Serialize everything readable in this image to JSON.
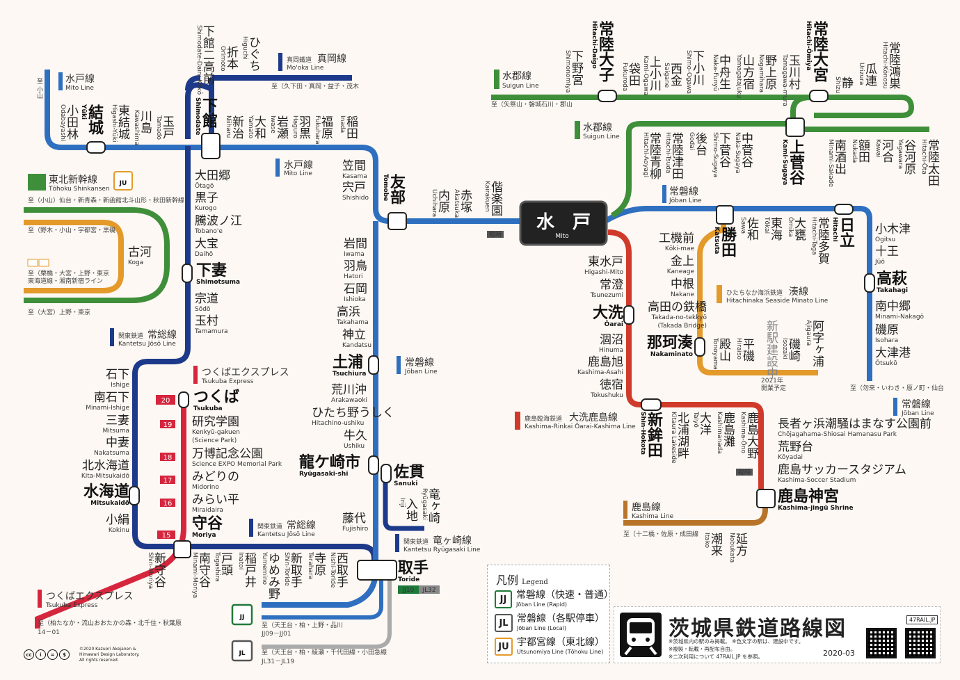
{
  "title": {
    "main": "茨城県鉄道路線図",
    "notes": [
      "※茨城県内の駅のみ掲載。 ※色文字の駅は、建設中です。",
      "※複製・転載・再配布自由。",
      "※二次利用について 47RAIL.JP を参照。"
    ],
    "date": "2020-03",
    "site": "47RAIL.JP"
  },
  "copyright": [
    "©2020 Kazuori Akejanen &",
    "Himawari Design Laboratory.",
    "All rights reserved."
  ],
  "legend": {
    "title": "凡例",
    "title_en": "Legend",
    "items": [
      {
        "badge": "JJ",
        "jp": "常磐線（快速・普通）",
        "en": "Jōban Line (Rapid)",
        "color": "#1f7a3a"
      },
      {
        "badge": "JL",
        "jp": "常磐線（各駅停車）",
        "en": "Jōban Line (Local)",
        "color": "#555555"
      },
      {
        "badge": "JU",
        "jp": "宇都宮線（東北線）",
        "en": "Utsunomiya Line (Tōhoku Line)",
        "color": "#e08a1e"
      }
    ]
  },
  "colors": {
    "joban": "#2f6fc0",
    "suigun": "#3f8f3a",
    "mito": "#2f6fc0",
    "mooka": "#1d3a8a",
    "kanto": "#1d3a8a",
    "tx": "#d6263d",
    "oarai": "#d03a2a",
    "minato": "#e39a2a",
    "kashima": "#b8752a",
    "tohoku_green": "#3f8f3a",
    "utsunomiya": "#e39a2a",
    "jl_gray": "#aaaaaa"
  },
  "lines": {
    "mito_w": {
      "jp": "水戸線",
      "en": "Mito Line"
    },
    "mito_e": {
      "jp": "水戸線",
      "en": "Mito Line"
    },
    "mooka": {
      "jp": "真岡線",
      "pre": "真岡鐵道",
      "en": "Mo'oka Line",
      "dir": "至（久下田・真岡・益子・茂木"
    },
    "suigun1": {
      "jp": "水郡線",
      "en": "Suigun Line",
      "dir": "至（矢祭山・磐城石川・郡山"
    },
    "suigun2": {
      "jp": "水郡線",
      "en": "Suigun Line"
    },
    "joban1": {
      "jp": "常磐線",
      "en": "Jōban Line"
    },
    "joban2": {
      "jp": "常磐線",
      "en": "Jōban Line"
    },
    "joban3": {
      "jp": "常磐線",
      "en": "Jōban Line"
    },
    "tohoku": {
      "jp": "東北新幹線",
      "en": "Tōhoku Shinkansen",
      "badge": "JU",
      "dir": "至（小山）仙台・新青森・新函館北斗山形・秋田新幹線"
    },
    "utsu_dir1": "至（野木・小山・宇都宮・黒磯",
    "utsu_dir2a": "至（栗橋・大宮・上野・東京",
    "utsu_dir2b": "東海道線・湘南新宿ライン",
    "utsu_dir3": "至（大宮）上野・東京",
    "kantosoi": {
      "jp": "常総線",
      "pre": "関東鉄道",
      "en": "Kantetsu Jōsō Line"
    },
    "kantosoi2": {
      "jp": "常総線",
      "pre": "関東鉄道",
      "en": "Kantetsu Jōsō Line"
    },
    "tx1": {
      "jp": "つくばエクスプレス",
      "en": "Tsukuba Express"
    },
    "tx2": {
      "jp": "つくばエクスプレス",
      "en": "Tsukuba Express",
      "dir": "至（柏たなか・流山おおたかの森・北千住・秋葉原",
      "num": "14－01"
    },
    "ryugasaki": {
      "jp": "竜ヶ崎線",
      "pre": "関東鉄道",
      "en": "Kantetsu Ryūgasaki Line"
    },
    "oarai": {
      "jp": "大洗鹿島線",
      "pre": "鹿島臨海鉄道",
      "en": "Kashima-Rinkai Ōarai-Kashima Line"
    },
    "minato": {
      "jp": "湊線",
      "pre": "ひたちなか海浜鉄道",
      "en": "Hitachinaka Seaside Minato Line"
    },
    "kashima": {
      "jp": "鹿島線",
      "en": "Kashima Line",
      "dir": "至（十二橋・佐原・成田線"
    },
    "joban_e_dir": "至（勿来・いわき・原ノ町・仙台",
    "jj_dir": "至（天王台・柏・上野・品川",
    "jj_num": "JJ09－JJ01",
    "jl_dir": "至（天王台・柏・綾瀬・千代田線・小田急線",
    "jl_num": "JL31－JL19",
    "mito_w_dir": "至 小山",
    "rinji": "臨時",
    "new_station": "新駅建設中",
    "new_station_note": "2021年 開業予定",
    "toride_codes": [
      "JJ10",
      "JL32"
    ]
  },
  "stations": {
    "mito": {
      "jp": "水　戸",
      "en": "Mito"
    },
    "tomobe": {
      "jp": "友部",
      "en": "Tomobe"
    },
    "shimodate": {
      "jp": "下館",
      "en": "Shimodate"
    },
    "yuki": {
      "jp": "結城",
      "en": "Yūki"
    },
    "oyamabayashi": {
      "jp": "小田林",
      "en": "Odabayashi"
    },
    "higashiyuki": {
      "jp": "東結城",
      "en": "Higashi-Yūki"
    },
    "kawashima": {
      "jp": "川島",
      "en": "Kawashima"
    },
    "tamado": {
      "jp": "玉戸",
      "en": "Tamado"
    },
    "niiharu": {
      "jp": "新治",
      "en": "Niiharu"
    },
    "yamato": {
      "jp": "大和",
      "en": "Yamato"
    },
    "iwase": {
      "jp": "岩瀬",
      "en": "Iwase"
    },
    "haguro": {
      "jp": "羽黒",
      "en": "Haguro"
    },
    "fukuhara": {
      "jp": "福原",
      "en": "Fukuhara"
    },
    "inada": {
      "jp": "稲田",
      "en": "Inada"
    },
    "kasama": {
      "jp": "笠間",
      "en": "Kasama"
    },
    "shishido": {
      "jp": "宍戸",
      "en": "Shishido"
    },
    "uchihara": {
      "jp": "内原",
      "en": "Uchihara"
    },
    "akatsuka": {
      "jp": "赤塚",
      "en": "Akatsuka"
    },
    "kairakuen": {
      "jp": "偕楽園",
      "en": "Kairakuen"
    },
    "shimodateniko": {
      "jp": "下館二高前",
      "en": "Shimodate-Daini-Kōkō"
    },
    "orimoto": {
      "jp": "折本",
      "en": "Orimoto"
    },
    "higuchi": {
      "jp": "ひぐち",
      "en": "Higuchi"
    },
    "otago": {
      "jp": "大田郷",
      "en": "Ōtagō"
    },
    "kurogo": {
      "jp": "黒子",
      "en": "Kurogo"
    },
    "tobanoe": {
      "jp": "騰波ノ江",
      "en": "Tobano'e"
    },
    "daiho": {
      "jp": "大宝",
      "en": "Daihō"
    },
    "shimotsuma": {
      "jp": "下妻",
      "en": "Shimotsuma"
    },
    "sodo": {
      "jp": "宗道",
      "en": "Sōdō"
    },
    "tamamura": {
      "jp": "玉村",
      "en": "Tamamura"
    },
    "ishige": {
      "jp": "石下",
      "en": "Ishige"
    },
    "minamiishige": {
      "jp": "南石下",
      "en": "Minami-Ishige"
    },
    "mitsuma": {
      "jp": "三妻",
      "en": "Mitsuma"
    },
    "nakatsuma": {
      "jp": "中妻",
      "en": "Nakatsuma"
    },
    "kitamitsukaido": {
      "jp": "北水海道",
      "en": "Kita-Mitsukaidō"
    },
    "mitsukaido": {
      "jp": "水海道",
      "en": "Mitsukaidō"
    },
    "kokinu": {
      "jp": "小絹",
      "en": "Kokinu"
    },
    "koga": {
      "jp": "古河",
      "en": "Koga"
    },
    "tsukuba": {
      "jp": "つくば",
      "en": "Tsukuba"
    },
    "kenkyu": {
      "jp": "研究学園",
      "en": "Kenkyū-gakuen",
      "en2": "(Science Park)"
    },
    "banpaku": {
      "jp": "万博記念公園",
      "en": "Science EXPO Memorial Park"
    },
    "midorino": {
      "jp": "みどりの",
      "en": "Midorino"
    },
    "miraidaira": {
      "jp": "みらい平",
      "en": "Miraidaira"
    },
    "moriya": {
      "jp": "守谷",
      "en": "Moriya"
    },
    "shinmoriya": {
      "jp": "新守谷",
      "en": "Shin-Moriya"
    },
    "minamimoriya": {
      "jp": "南守谷",
      "en": "Minami-Moriya"
    },
    "togashira": {
      "jp": "戸頭",
      "en": "Togashira"
    },
    "inado": {
      "jp": "稲戸井",
      "en": "Inatoi"
    },
    "yumemino": {
      "jp": "ゆめみ野",
      "en": "Yumemino"
    },
    "shintoride": {
      "jp": "新取手",
      "en": "Shin-Toride"
    },
    "terahara": {
      "jp": "寺原",
      "en": "Terahara"
    },
    "nishitoride": {
      "jp": "西取手",
      "en": "Nishi-Toride"
    },
    "toride": {
      "jp": "取手",
      "en": "Toride"
    },
    "iwama": {
      "jp": "岩間",
      "en": "Iwama"
    },
    "hatori": {
      "jp": "羽鳥",
      "en": "Hatori"
    },
    "ishioka": {
      "jp": "石岡",
      "en": "Ishioka"
    },
    "takahama": {
      "jp": "高浜",
      "en": "Takahama"
    },
    "kandatsu": {
      "jp": "神立",
      "en": "Kandatsu"
    },
    "tsuchiura": {
      "jp": "土浦",
      "en": "Tsuchiura"
    },
    "arakawaoki": {
      "jp": "荒川沖",
      "en": "Arakawaoki"
    },
    "hitachinoushiku": {
      "jp": "ひたち野うしく",
      "en": "Hitachino-ushiku"
    },
    "ushiku": {
      "jp": "牛久",
      "en": "Ushiku"
    },
    "ryugasakishi": {
      "jp": "龍ケ崎市",
      "en": "Ryūgasaki-shi"
    },
    "fujishiro": {
      "jp": "藤代",
      "en": "Fujishiro"
    },
    "sanuki": {
      "jp": "佐貫",
      "en": "Sanuki"
    },
    "iriji": {
      "jp": "入地",
      "en": "Iriji"
    },
    "ryugasaki": {
      "jp": "竜ヶ崎",
      "en": "Ryūgasaki"
    },
    "shimonomiya": {
      "jp": "下野宮",
      "en": "Shimonomiya"
    },
    "hitachidaigo": {
      "jp": "常陸大子",
      "en": "Hitachi-Daigo"
    },
    "fukuroda": {
      "jp": "袋田",
      "en": "Fukuroda"
    },
    "kamiogawa": {
      "jp": "上小川",
      "en": "Kami-Ogawa"
    },
    "saigane": {
      "jp": "西金",
      "en": "Saigane"
    },
    "shimoogawa": {
      "jp": "下小川",
      "en": "Shimo-Ogawa"
    },
    "nakafunyu": {
      "jp": "中舟生",
      "en": "Naka-Funyū"
    },
    "yamagatajuku": {
      "jp": "山方宿",
      "en": "Yamagatajuku"
    },
    "noganbara": {
      "jp": "野上原",
      "en": "Nogamihara"
    },
    "tamagawamura": {
      "jp": "玉川村",
      "en": "Tamagawa-mura"
    },
    "hitachiomiya": {
      "jp": "常陸大宮",
      "en": "Hitachi-Ōmiya"
    },
    "shizu": {
      "jp": "静",
      "en": "Shizu"
    },
    "urizura": {
      "jp": "瓜連",
      "en": "Urizura"
    },
    "hitachikonosu": {
      "jp": "常陸鴻巣",
      "en": "Hitachi-Kōnosu"
    },
    "hitachiaoyagi": {
      "jp": "常陸青柳",
      "en": "Hitachi-Aoyagi"
    },
    "hitachitsuda": {
      "jp": "常陸津田",
      "en": "Hitachi-Tsuda"
    },
    "godai": {
      "jp": "後台",
      "en": "Godai"
    },
    "shimosugaya": {
      "jp": "下菅谷",
      "en": "Shimo-Sugaya"
    },
    "nakasugaya": {
      "jp": "中菅谷",
      "en": "Naka-Sugaya"
    },
    "kamisugaya": {
      "jp": "上菅谷",
      "en": "Kami-Sugaya"
    },
    "minamisakade": {
      "jp": "南酒出",
      "en": "Minami-Sakade"
    },
    "nukada": {
      "jp": "額田",
      "en": "Nukada"
    },
    "kawai": {
      "jp": "河合",
      "en": "Kawai"
    },
    "yagawara": {
      "jp": "谷河原",
      "en": "Yagawara"
    },
    "hitachiota": {
      "jp": "常陸太田",
      "en": "Hitachi-Ōta"
    },
    "katsuta": {
      "jp": "勝田",
      "en": "Katsuta"
    },
    "sawa": {
      "jp": "佐和",
      "en": "Sawa"
    },
    "tokai": {
      "jp": "東海",
      "en": "Tōkai"
    },
    "omika": {
      "jp": "大甕",
      "en": "Ōmika"
    },
    "hitachitaga": {
      "jp": "常陸多賀",
      "en": "Hitachi-Taga"
    },
    "hitachi": {
      "jp": "日立",
      "en": "Hitachi"
    },
    "ogitsu": {
      "jp": "小木津",
      "en": "Ogitsu"
    },
    "juo": {
      "jp": "十王",
      "en": "Jūō"
    },
    "takahagi": {
      "jp": "高萩",
      "en": "Takahagi"
    },
    "minaminakago": {
      "jp": "南中郷",
      "en": "Minami-Nakagō"
    },
    "isohara": {
      "jp": "磯原",
      "en": "Isohara"
    },
    "otsuko": {
      "jp": "大津港",
      "en": "Ōtsukō"
    },
    "kokimae": {
      "jp": "工機前",
      "en": "Kōki-mae"
    },
    "kaneage": {
      "jp": "金上",
      "en": "Kaneage"
    },
    "nakane": {
      "jp": "中根",
      "en": "Nakane"
    },
    "takadanotekkyo": {
      "jp": "高田の鉄橋",
      "en": "Takada-no-tekkyō",
      "en2": "(Takada Bridge)"
    },
    "nakaminato": {
      "jp": "那珂湊",
      "en": "Nakaminato"
    },
    "tonoyama": {
      "jp": "殿山",
      "en": "Tonoyama"
    },
    "hiraiso": {
      "jp": "平磯",
      "en": "Hiraiso"
    },
    "isozaki": {
      "jp": "磯崎",
      "en": "Isozaki"
    },
    "ajigaura": {
      "jp": "阿字ヶ浦",
      "en": "Ajigaura"
    },
    "higashimito": {
      "jp": "東水戸",
      "en": "Higashi-Mito"
    },
    "tsunezumi": {
      "jp": "常澄",
      "en": "Tsunezumi"
    },
    "oarai": {
      "jp": "大洗",
      "en": "Ōarai"
    },
    "hinuma": {
      "jp": "涸沼",
      "en": "Hinuma"
    },
    "kashimaasahi": {
      "jp": "鹿島旭",
      "en": "Kashima-Asahi"
    },
    "tokushuku": {
      "jp": "徳宿",
      "en": "Tokushuku"
    },
    "shinhokota": {
      "jp": "新鉾田",
      "en": "Shin-Hokota"
    },
    "kitaura": {
      "jp": "北浦湖畔",
      "en": "Kitaura Lakeside"
    },
    "taiyo": {
      "jp": "大洋",
      "en": "Taiyō"
    },
    "kashimanada": {
      "jp": "鹿島灘",
      "en": "Kashimanada"
    },
    "kashimaono": {
      "jp": "鹿島大野",
      "en": "Kashima-Ōno"
    },
    "chojagahama": {
      "jp": "長者ヶ浜潮騒はまなす公園前",
      "en": "Chōjagahama-Shiosai Hamanasu Park"
    },
    "koyadai": {
      "jp": "荒野台",
      "en": "Kōyadai"
    },
    "kashimasoccer": {
      "jp": "鹿島サッカースタジアム",
      "en": "Kashima-Soccer Stadium"
    },
    "kashimajingu": {
      "jp": "鹿島神宮",
      "en": "Kashima-jingū Shrine"
    },
    "itako": {
      "jp": "潮来",
      "en": "Itako"
    },
    "nobukata": {
      "jp": "延方",
      "en": "Nobukata"
    }
  }
}
